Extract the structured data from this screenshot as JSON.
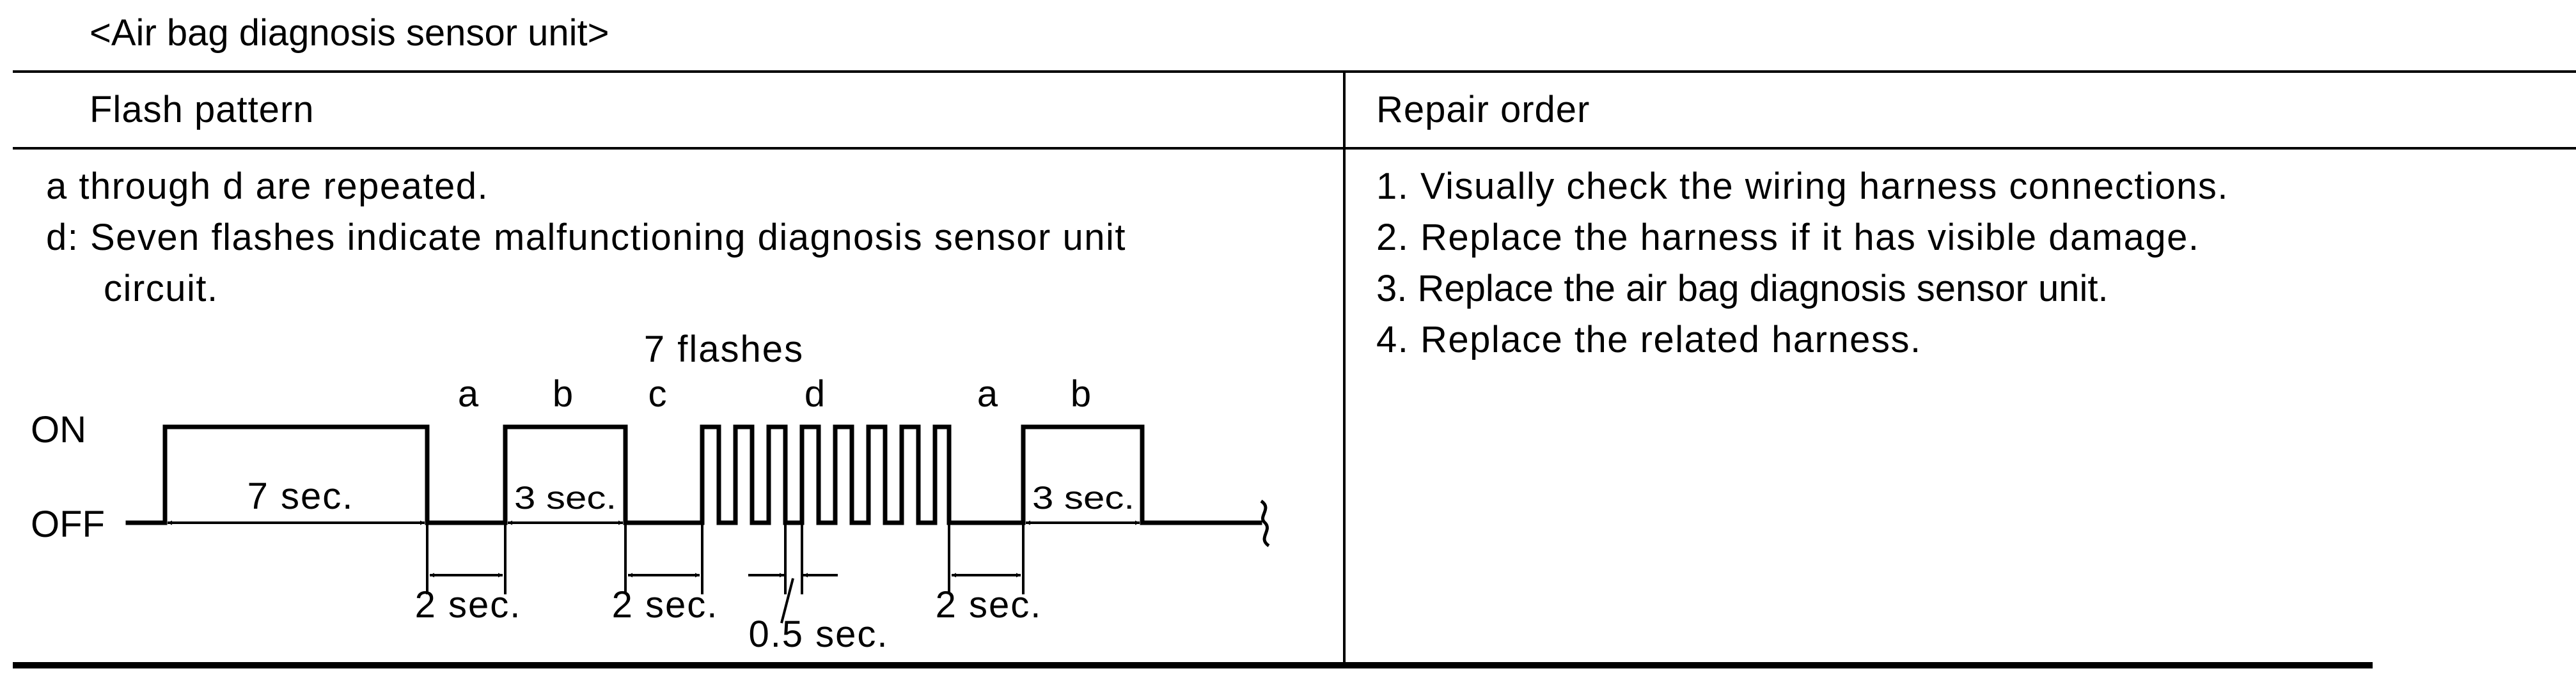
{
  "title": "<Air bag diagnosis sensor unit>",
  "columns": {
    "flash_pattern": "Flash pattern",
    "repair_order": "Repair order"
  },
  "flash": {
    "line1": "a through d are repeated.",
    "line2": "d: Seven flashes indicate malfunctioning diagnosis sensor unit",
    "line3": "circuit."
  },
  "diagram": {
    "on_label": "ON",
    "off_label": "OFF",
    "seven_flashes": "7 flashes",
    "letter_a": "a",
    "letter_b": "b",
    "letter_c": "c",
    "letter_d": "d",
    "letter_a2": "a",
    "letter_b2": "b",
    "dur_7sec": "7 sec.",
    "dur_3sec_1": "3 sec.",
    "dur_3sec_2": "3 sec.",
    "dur_2sec_1": "2 sec.",
    "dur_2sec_2": "2 sec.",
    "dur_2sec_3": "2 sec.",
    "dur_05sec": "0.5 sec."
  },
  "repair": {
    "step1": "1. Visually check the wiring harness connections.",
    "step2": "2. Replace the harness if it has visible damage.",
    "step3": "3. Replace the air bag diagnosis sensor unit.",
    "step4": "4. Replace the related harness."
  }
}
